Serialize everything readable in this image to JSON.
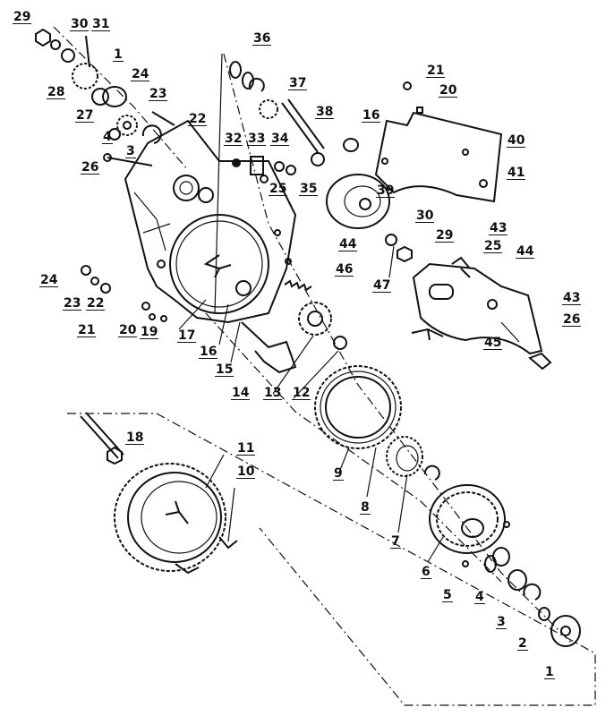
{
  "labels": {
    "l29a": "29",
    "l30a": "30",
    "l31": "31",
    "l1a": "1",
    "l28": "28",
    "l27": "27",
    "l24a": "24",
    "l23a": "23",
    "l4a": "4",
    "l3a": "3",
    "l22a": "22",
    "l26a": "26",
    "l36": "36",
    "l37": "37",
    "l38": "38",
    "l16a": "16",
    "l32": "32",
    "l33": "33",
    "l34": "34",
    "l25a": "25",
    "l35": "35",
    "l21a": "21",
    "l20a": "20",
    "l40": "40",
    "l41": "41",
    "l39": "39",
    "l30b": "30",
    "l29b": "29",
    "l47": "47",
    "l43a": "43",
    "l25b": "25",
    "l44a": "44",
    "l44b": "44",
    "l46": "46",
    "l24b": "24",
    "l23b": "23",
    "l22b": "22",
    "l21b": "21",
    "l20b": "20",
    "l19": "19",
    "l17": "17",
    "l16b": "16",
    "l15": "15",
    "l14": "14",
    "l13": "13",
    "l12": "12",
    "l43b": "43",
    "l26b": "26",
    "l45": "45",
    "l18": "18",
    "l11": "11",
    "l10": "10",
    "l9": "9",
    "l8": "8",
    "l7": "7",
    "l6": "6",
    "l5": "5",
    "l4b": "4",
    "l3b": "3",
    "l2": "2",
    "l1b": "1"
  },
  "colors": {
    "ink": "#111111",
    "paper": "#ffffff"
  }
}
